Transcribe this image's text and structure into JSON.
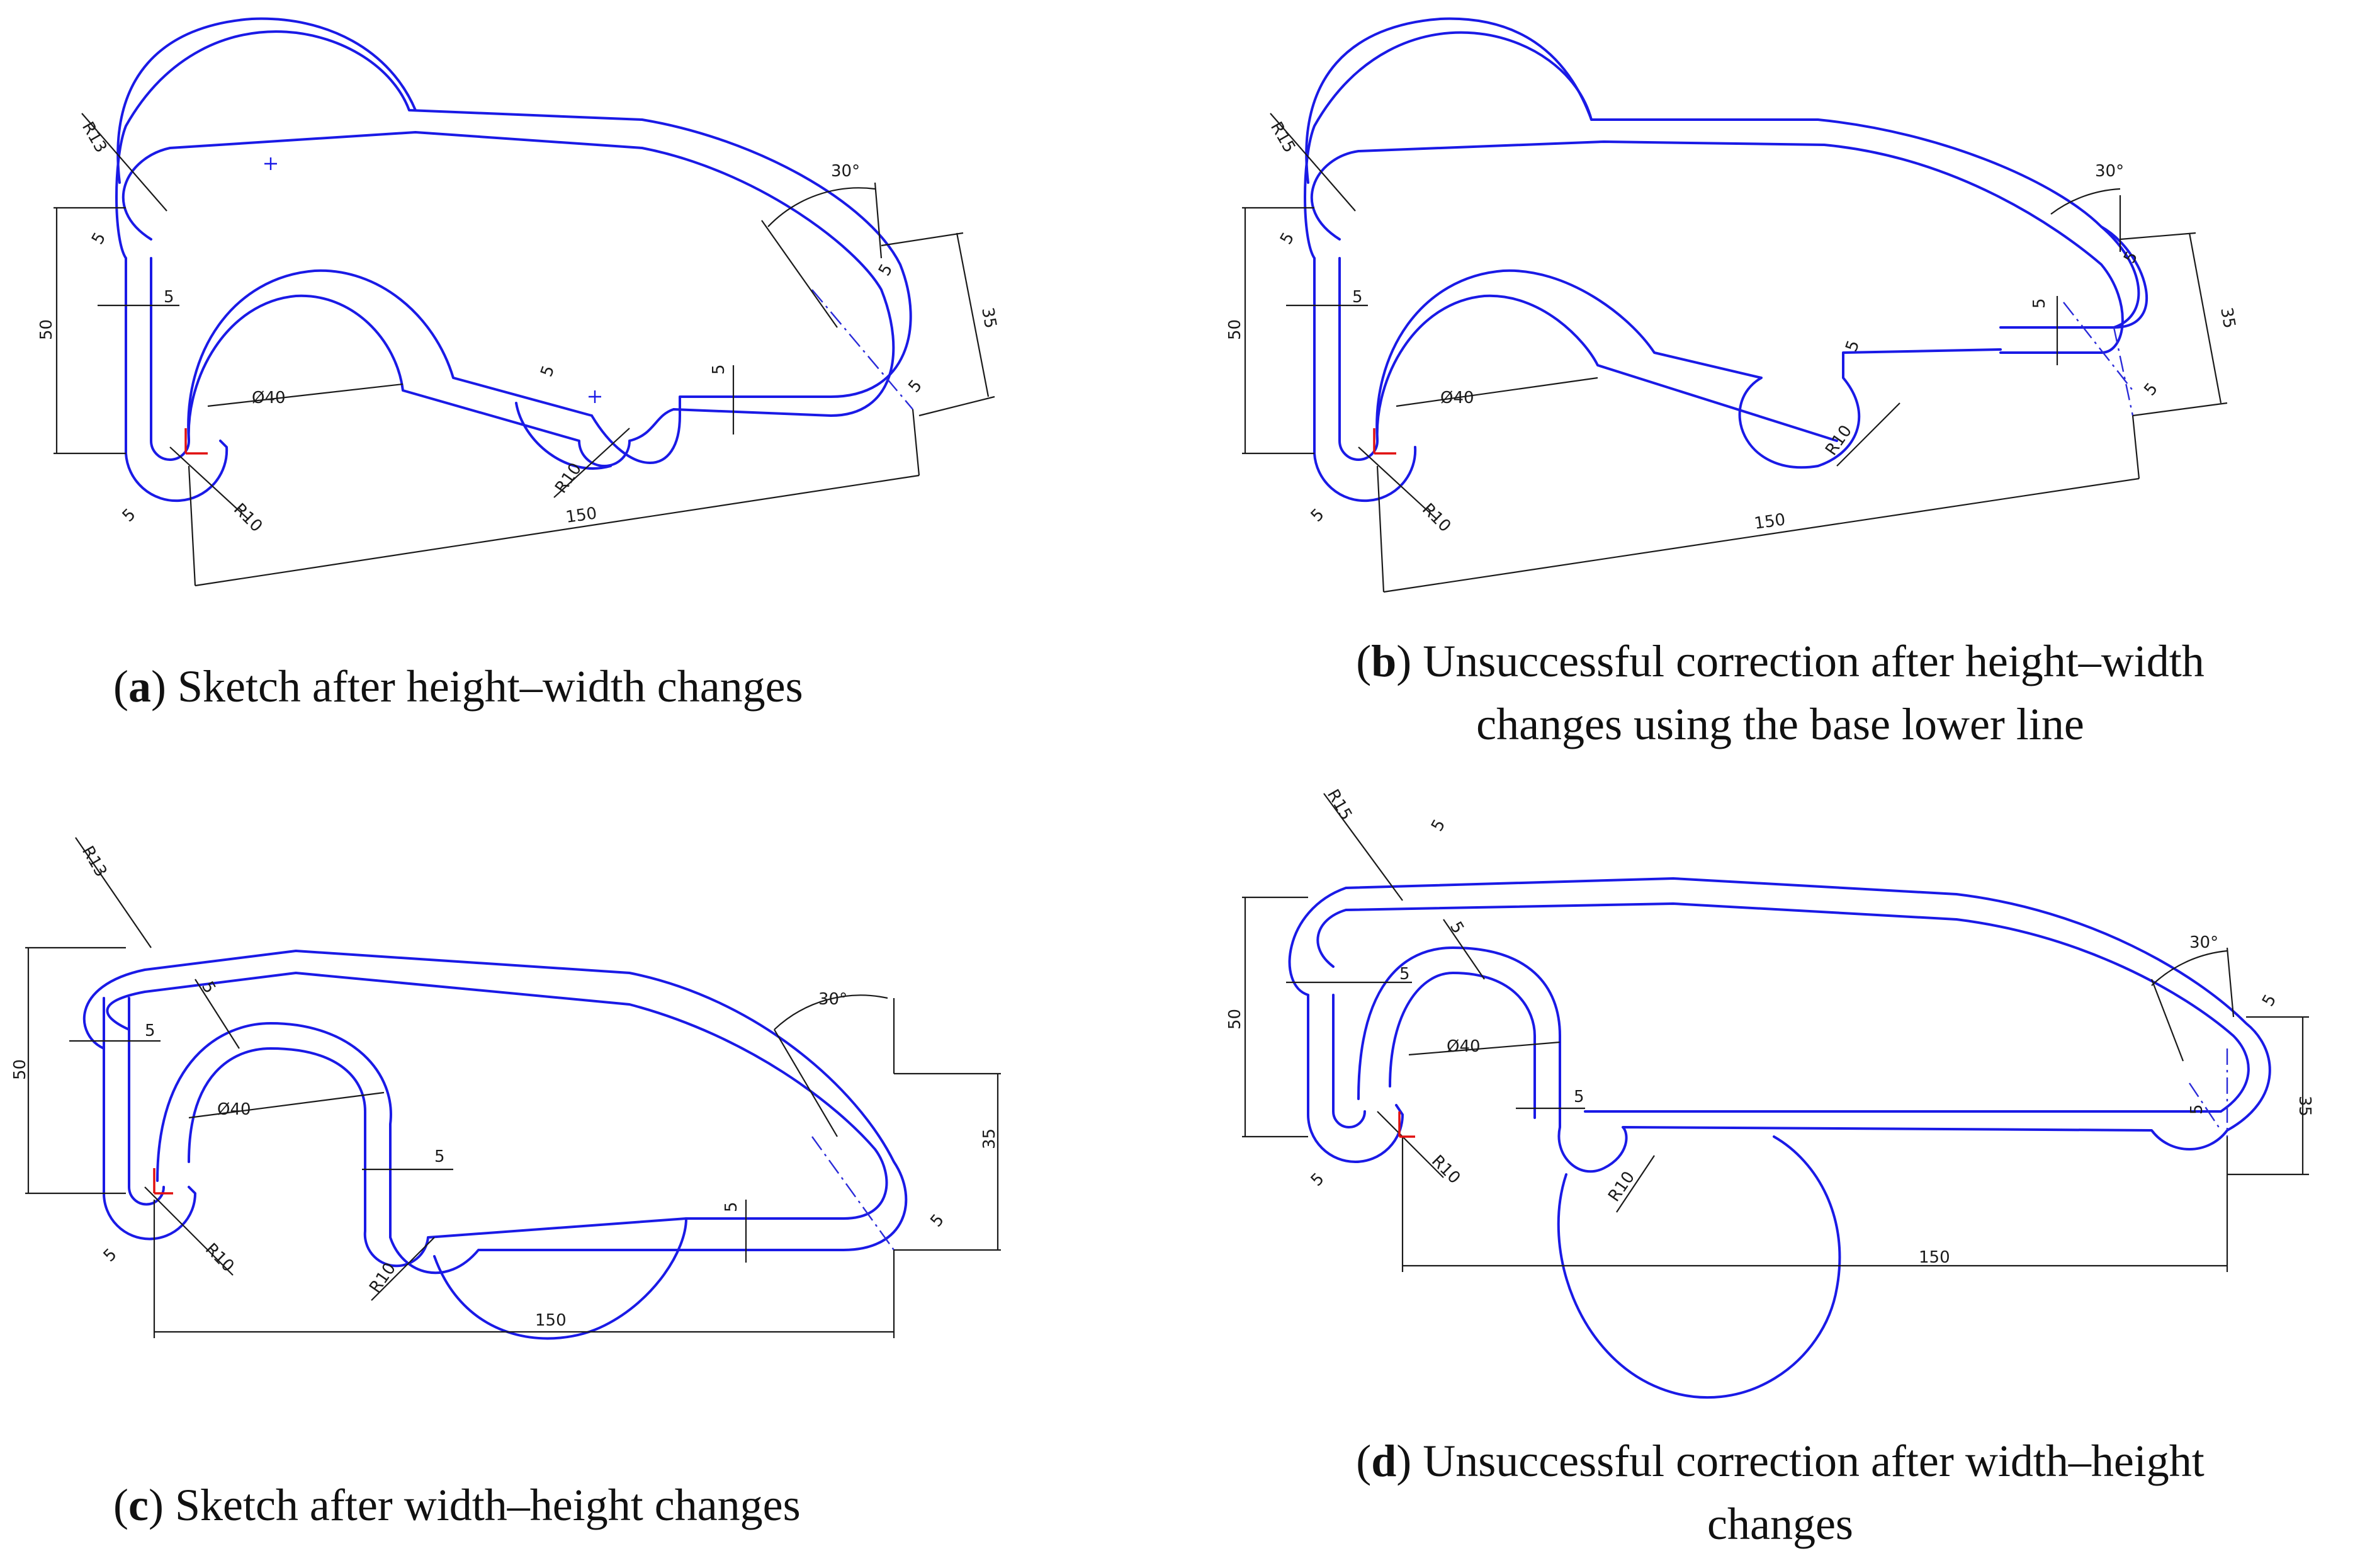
{
  "panels": {
    "a": {
      "letter": "a",
      "caption": "Sketch after height–width changes",
      "dims": {
        "r_top": "R13",
        "height": "50",
        "wall_left": "5",
        "wall_left2": "5",
        "diameter": "Ø40",
        "wall_mid": "5",
        "r_mid": "R10",
        "wall_right": "5",
        "angle": "30°",
        "wall_tr": "5",
        "height_right": "35",
        "wall_br": "5",
        "width": "150",
        "wall_bl": "5",
        "r_bl": "R10",
        "small5": "5"
      }
    },
    "b": {
      "letter": "b",
      "caption_line1": "Unsuccessful correction after height–width",
      "caption_line2": "changes using the base lower line",
      "dims": {
        "r_top": "R15",
        "height": "50",
        "wall_left": "5",
        "wall_left2": "5",
        "diameter": "Ø40",
        "wall_mid": "5",
        "r_mid": "R10",
        "wall_right": "5",
        "angle": "30°",
        "wall_tr": "5",
        "height_right": "35",
        "wall_br": "5",
        "width": "150",
        "wall_bl": "5",
        "r_bl": "R10",
        "small5": "5"
      }
    },
    "c": {
      "letter": "c",
      "caption": "Sketch after width–height changes",
      "dims": {
        "r_top": "R13",
        "height": "50",
        "wall_left": "5",
        "wall_top": "5",
        "diameter": "Ø40",
        "wall_mid": "5",
        "r_mid": "R10",
        "wall_right": "5",
        "angle": "30°",
        "height_right": "35",
        "wall_br": "5",
        "width": "150",
        "wall_bl": "5",
        "r_bl": "R10"
      }
    },
    "d": {
      "letter": "d",
      "caption_line1": "Unsuccessful correction after width–height",
      "caption_line2": "changes",
      "dims": {
        "r_top": "R15",
        "wall_tl": "5",
        "height": "50",
        "wall_left": "5",
        "wall_top": "5",
        "diameter": "Ø40",
        "wall_mid": "5",
        "r_mid": "R10",
        "wall_right": "5",
        "angle": "30°",
        "wall_tr": "5",
        "height_right": "35",
        "width": "150",
        "wall_bl": "5",
        "r_bl": "R10"
      }
    }
  },
  "colors": {
    "geometry": "#1a1ae6",
    "dimension": "#1a1a1a",
    "origin_axis": "#e01010"
  }
}
